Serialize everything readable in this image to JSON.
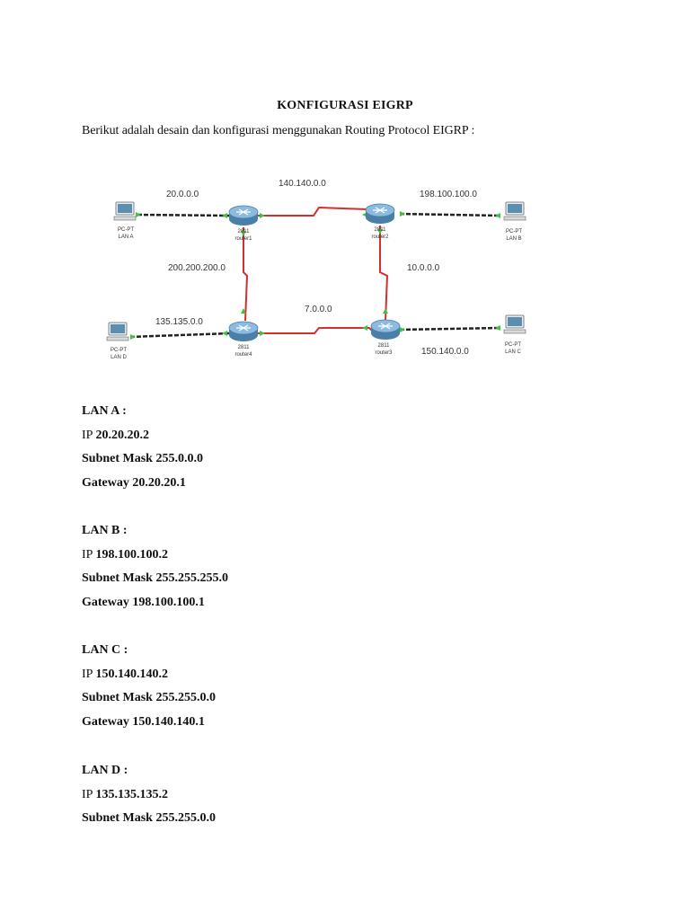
{
  "document": {
    "title": "KONFIGURASI EIGRP",
    "intro": "Berikut adalah desain dan konfigurasi menggunakan Routing Protocol EIGRP :"
  },
  "diagram": {
    "networks": {
      "lan_a_net": "20.0.0.0",
      "r1_r2": "140.140.0.0",
      "lan_b_net": "198.100.100.0",
      "r1_r4": "200.200.200.0",
      "r2_r3": "10.0.0.0",
      "lan_d_net": "135.135.0.0",
      "r4_r3": "7.0.0.0",
      "lan_c_net": "150.140.0.0"
    },
    "routers": [
      {
        "model": "2811",
        "name": "router1"
      },
      {
        "model": "2811",
        "name": "router2"
      },
      {
        "model": "2811",
        "name": "router3"
      },
      {
        "model": "2811",
        "name": "router4"
      }
    ],
    "pcs": [
      {
        "type": "PC-PT",
        "name": "LAN A"
      },
      {
        "type": "PC-PT",
        "name": "LAN B"
      },
      {
        "type": "PC-PT",
        "name": "LAN C"
      },
      {
        "type": "PC-PT",
        "name": "LAN D"
      }
    ],
    "colors": {
      "serial_link": "#d32f2f",
      "ethernet_link": "#222222",
      "port_up": "#3cc43c",
      "router_body": "#6aa0c8",
      "pc_screen": "#5a8fb0"
    }
  },
  "sections": [
    {
      "heading": "LAN A :",
      "ip_label": "IP",
      "ip": "20.20.20.2",
      "mask_label": "Subnet Mask",
      "mask": "255.0.0.0",
      "gw_label": "Gateway",
      "gw": "20.20.20.1"
    },
    {
      "heading": "LAN B :",
      "ip_label": "IP",
      "ip": "198.100.100.2",
      "mask_label": "Subnet Mask",
      "mask": "255.255.255.0",
      "gw_label": "Gateway",
      "gw": "198.100.100.1"
    },
    {
      "heading": "LAN C :",
      "ip_label": "IP",
      "ip": "150.140.140.2",
      "mask_label": "Subnet Mask",
      "mask": "255.255.0.0",
      "gw_label": "Gateway",
      "gw": "150.140.140.1"
    },
    {
      "heading": "LAN D :",
      "ip_label": "IP",
      "ip": "135.135.135.2",
      "mask_label": "Subnet Mask",
      "mask": "255.255.0.0"
    }
  ]
}
